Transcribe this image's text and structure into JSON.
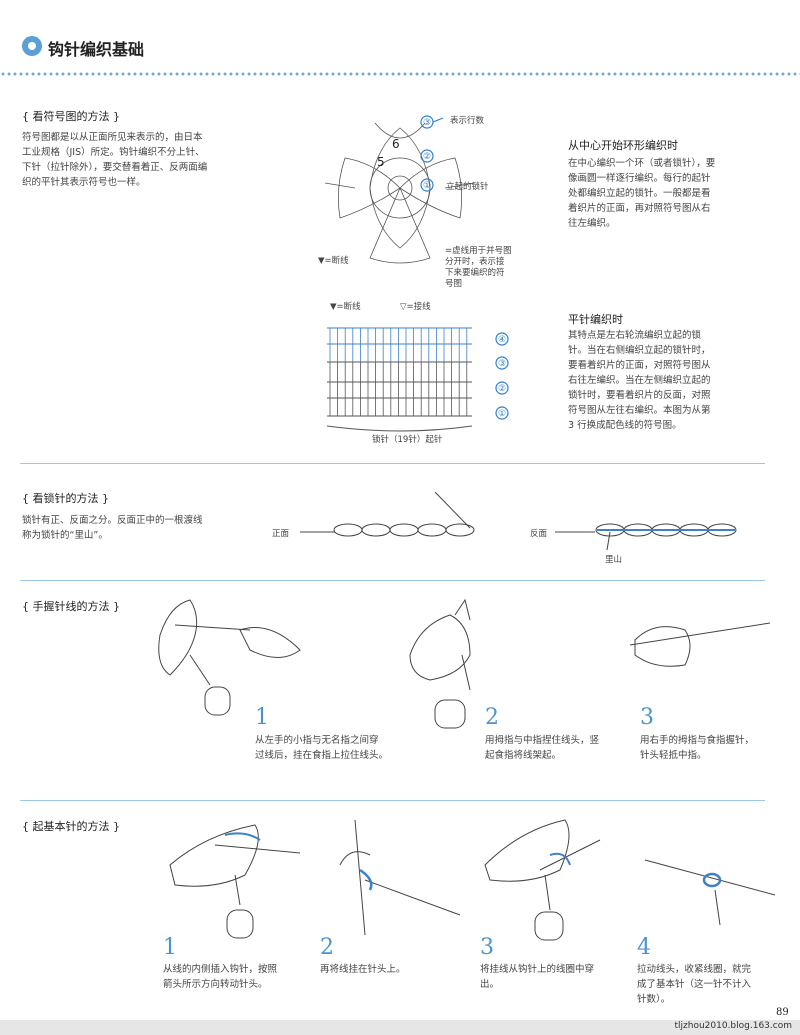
{
  "header": {
    "title": "钩针编织基础"
  },
  "symbol_section": {
    "title": "{ 看符号图的方法 }",
    "paragraph": [
      "符号图都是以从正面所见来表示的，由日本",
      "工业规格（JIS）所定。钩针编织不分上针、",
      "下针（拉针除外），要交替看着正、反两面编",
      "织的平针其表示符号也一样。"
    ],
    "flower_labels": {
      "rows_label": "表示行数",
      "rise_label": "立起的锁针",
      "cut_label": "▼=断线",
      "dotted_note": [
        "=虚线用于并号图",
        "分开时，表示接",
        "下来要编织的符",
        "号图"
      ],
      "numbers": [
        "6",
        "5",
        "③",
        "②",
        "①"
      ]
    },
    "round_title": "从中心开始环形编织时",
    "round_text": [
      "在中心编织一个环（或者锁针），要",
      "像画圆一样逐行编织。每行的起针",
      "处都编织立起的锁针。一般都是看",
      "着织片的正面，再对照符号图从右",
      "往左编织。"
    ],
    "flat_legend": [
      "▼=断线",
      "▽=接线"
    ],
    "flat_rows": [
      "④",
      "③",
      "②",
      "①"
    ],
    "flat_caption": "锁针（19针）起针",
    "flat_title": "平针编织时",
    "flat_text": [
      "其特点是左右轮流编织立起的锁",
      "针。当在右侧编织立起的锁针时，",
      "要看着织片的正面，对照符号图从",
      "右往左编织。当在左侧编织立起的",
      "锁针时，要看着织片的反面，对照",
      "符号图从左往右编织。本图为从第",
      "3 行换成配色线的符号图。"
    ]
  },
  "chain_section": {
    "title": "{ 看锁针的方法 }",
    "text": [
      "锁针有正、反面之分。反面正中的一根渡线",
      "称为锁针的“里山”。"
    ],
    "front_label": "正面",
    "back_label": "反面",
    "back_bump_label": "里山"
  },
  "hold_section": {
    "title": "{ 手握针线的方法 }",
    "steps": [
      {
        "num": "1",
        "text": [
          "从左手的小指与无名指之间穿",
          "过线后，挂在食指上拉住线头。"
        ]
      },
      {
        "num": "2",
        "text": [
          "用拇指与中指捏住线头，竖",
          "起食指将线架起。"
        ]
      },
      {
        "num": "3",
        "text": [
          "用右手的拇指与食指握针，",
          "针头轻抵中指。"
        ]
      }
    ]
  },
  "start_section": {
    "title": "{ 起基本针的方法 }",
    "steps": [
      {
        "num": "1",
        "text": [
          "从线的内侧插入钩针，按照",
          "箭头所示方向转动针头。"
        ]
      },
      {
        "num": "2",
        "text": [
          "再将线挂在针头上。"
        ]
      },
      {
        "num": "3",
        "text": [
          "将挂线从钩针上的线圈中穿",
          "出。"
        ]
      },
      {
        "num": "4",
        "text": [
          "拉动线头，收紧线圈，就完",
          "成了基本针（这一针不计入",
          "针数）。"
        ]
      }
    ]
  },
  "footer": {
    "page": "89",
    "source": "tljzhou2010.blog.163.com"
  },
  "colors": {
    "accent": "#5aa0d8",
    "rule": "#9cc8ea",
    "step": "#4a93d0"
  }
}
